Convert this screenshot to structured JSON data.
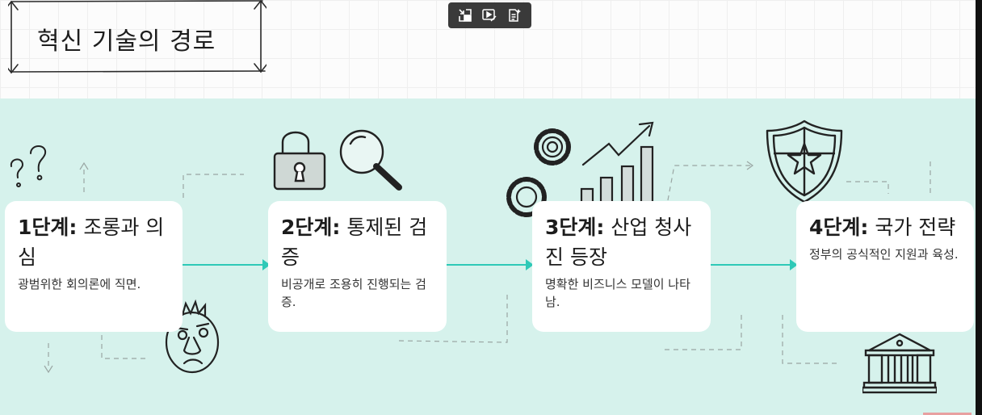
{
  "slide": {
    "title": "혁신 기술의 경로",
    "colors": {
      "band_background": "#d6f2ec",
      "connector_teal": "#2ec9b7",
      "card_background": "#ffffff",
      "dashed_line": "#9aa6a3"
    }
  },
  "toolbar": {
    "buttons": [
      {
        "icon": "exit-fullscreen-icon"
      },
      {
        "icon": "video-magic-icon"
      },
      {
        "icon": "notes-sparkle-icon"
      }
    ]
  },
  "stages": [
    {
      "number": "1",
      "title_prefix": "1단계:",
      "title_rest": " 조롱과 의심",
      "description": "광범위한 회의론에 직면.",
      "illustration": "question-marks-and-skeptical-face"
    },
    {
      "number": "2",
      "title_prefix": "2단계:",
      "title_rest": " 통제된 검증",
      "description": "비공개로 조용히 진행되는 검증.",
      "illustration": "padlock-and-magnifier"
    },
    {
      "number": "3",
      "title_prefix": "3단계:",
      "title_rest": " 산업 청사진 등장",
      "description": "명확한 비즈니스 모델이 나타남.",
      "illustration": "gears-and-growth-chart"
    },
    {
      "number": "4",
      "title_prefix": "4단계:",
      "title_rest": " 국가 전략",
      "description": "정부의 공식적인 지원과 육성.",
      "illustration": "shield-star-and-government-building"
    }
  ]
}
